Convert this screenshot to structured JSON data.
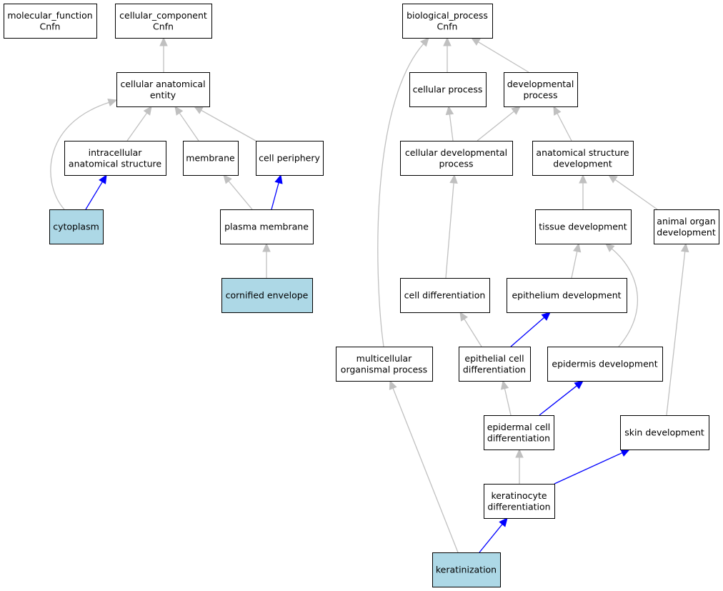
{
  "colors": {
    "background": "#ffffff",
    "node_fill": "#ffffff",
    "highlight_fill": "#add8e6",
    "node_border": "#000000",
    "edge_gray": "#c0c0c0",
    "edge_blue": "#0000ff"
  },
  "nodes": {
    "mf": {
      "lines": [
        "molecular_function",
        "Cnfn"
      ],
      "highlighted": false
    },
    "cc": {
      "lines": [
        "cellular_component",
        "Cnfn"
      ],
      "highlighted": false
    },
    "bp": {
      "lines": [
        "biological_process",
        "Cnfn"
      ],
      "highlighted": false
    },
    "cae": {
      "lines": [
        "cellular anatomical",
        "entity"
      ],
      "highlighted": false
    },
    "cp": {
      "lines": [
        "cellular process"
      ],
      "highlighted": false
    },
    "dp": {
      "lines": [
        "developmental",
        "process"
      ],
      "highlighted": false
    },
    "ias": {
      "lines": [
        "intracellular",
        "anatomical structure"
      ],
      "highlighted": false
    },
    "mem": {
      "lines": [
        "membrane"
      ],
      "highlighted": false
    },
    "cper": {
      "lines": [
        "cell periphery"
      ],
      "highlighted": false
    },
    "cdp": {
      "lines": [
        "cellular developmental",
        "process"
      ],
      "highlighted": false
    },
    "asd": {
      "lines": [
        "anatomical structure",
        "development"
      ],
      "highlighted": false
    },
    "cyto": {
      "lines": [
        "cytoplasm"
      ],
      "highlighted": true
    },
    "pm": {
      "lines": [
        "plasma membrane"
      ],
      "highlighted": false
    },
    "td": {
      "lines": [
        "tissue development"
      ],
      "highlighted": false
    },
    "aod": {
      "lines": [
        "animal organ",
        "development"
      ],
      "highlighted": false
    },
    "ce": {
      "lines": [
        "cornified envelope"
      ],
      "highlighted": true
    },
    "cd": {
      "lines": [
        "cell differentiation"
      ],
      "highlighted": false
    },
    "ed": {
      "lines": [
        "epithelium development"
      ],
      "highlighted": false
    },
    "mop": {
      "lines": [
        "multicellular",
        "organismal process"
      ],
      "highlighted": false
    },
    "ecd": {
      "lines": [
        "epithelial cell",
        "differentiation"
      ],
      "highlighted": false
    },
    "epd": {
      "lines": [
        "epidermis development"
      ],
      "highlighted": false
    },
    "epcd": {
      "lines": [
        "epidermal cell",
        "differentiation"
      ],
      "highlighted": false
    },
    "sd": {
      "lines": [
        "skin development"
      ],
      "highlighted": false
    },
    "kd": {
      "lines": [
        "keratinocyte",
        "differentiation"
      ],
      "highlighted": false
    },
    "ker": {
      "lines": [
        "keratinization"
      ],
      "highlighted": true
    }
  },
  "edges": [
    {
      "from": "cae",
      "to": "cc",
      "relation": "is_a"
    },
    {
      "from": "cp",
      "to": "bp",
      "relation": "is_a"
    },
    {
      "from": "dp",
      "to": "bp",
      "relation": "is_a"
    },
    {
      "from": "mop",
      "to": "bp",
      "relation": "is_a"
    },
    {
      "from": "ias",
      "to": "cae",
      "relation": "is_a"
    },
    {
      "from": "mem",
      "to": "cae",
      "relation": "is_a"
    },
    {
      "from": "cper",
      "to": "cae",
      "relation": "is_a"
    },
    {
      "from": "cyto",
      "to": "cae",
      "relation": "is_a"
    },
    {
      "from": "cyto",
      "to": "ias",
      "relation": "part_of"
    },
    {
      "from": "pm",
      "to": "mem",
      "relation": "is_a"
    },
    {
      "from": "pm",
      "to": "cper",
      "relation": "part_of"
    },
    {
      "from": "ce",
      "to": "pm",
      "relation": "is_a"
    },
    {
      "from": "cdp",
      "to": "cp",
      "relation": "is_a"
    },
    {
      "from": "cdp",
      "to": "dp",
      "relation": "is_a"
    },
    {
      "from": "asd",
      "to": "dp",
      "relation": "is_a"
    },
    {
      "from": "td",
      "to": "asd",
      "relation": "is_a"
    },
    {
      "from": "aod",
      "to": "asd",
      "relation": "is_a"
    },
    {
      "from": "cd",
      "to": "cdp",
      "relation": "is_a"
    },
    {
      "from": "ed",
      "to": "td",
      "relation": "is_a"
    },
    {
      "from": "epd",
      "to": "td",
      "relation": "is_a"
    },
    {
      "from": "ecd",
      "to": "cd",
      "relation": "is_a"
    },
    {
      "from": "ecd",
      "to": "ed",
      "relation": "part_of"
    },
    {
      "from": "epcd",
      "to": "ecd",
      "relation": "is_a"
    },
    {
      "from": "epcd",
      "to": "epd",
      "relation": "part_of"
    },
    {
      "from": "sd",
      "to": "aod",
      "relation": "is_a"
    },
    {
      "from": "kd",
      "to": "epcd",
      "relation": "is_a"
    },
    {
      "from": "kd",
      "to": "sd",
      "relation": "part_of"
    },
    {
      "from": "ker",
      "to": "kd",
      "relation": "part_of"
    },
    {
      "from": "ker",
      "to": "mop",
      "relation": "is_a"
    }
  ]
}
